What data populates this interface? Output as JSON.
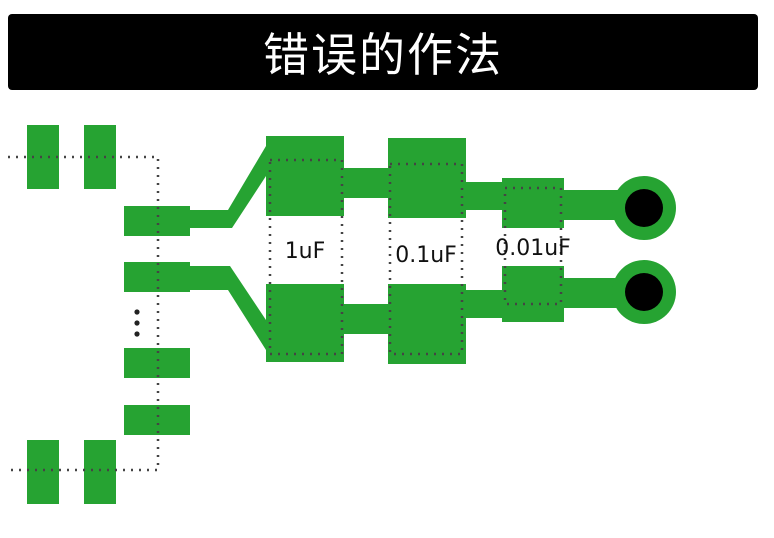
{
  "title": "错误的作法",
  "capacitors": [
    {
      "label": "1uF"
    },
    {
      "label": "0.1uF"
    },
    {
      "label": "0.01uF"
    }
  ],
  "colors": {
    "copper": "#26a332",
    "title_bg": "#000000",
    "title_fg": "#ffffff",
    "via_hole": "#000000",
    "outline": "#444444"
  }
}
